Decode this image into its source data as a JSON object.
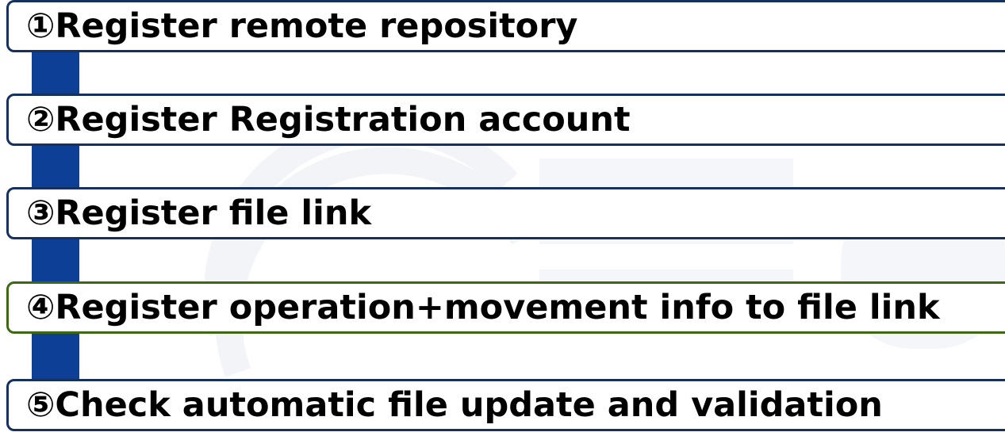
{
  "steps": [
    {
      "label": "①Register remote repository",
      "highlighted": false
    },
    {
      "label": "②Register Registration account",
      "highlighted": false
    },
    {
      "label": "③Register file link",
      "highlighted": false
    },
    {
      "label": "④Register operation+movement info to file link",
      "highlighted": true
    },
    {
      "label": "⑤Check automatic file update and validation",
      "highlighted": false
    }
  ],
  "colors": {
    "connector": "#0d3f96",
    "border": "#16305f",
    "highlight_border": "#3f6814",
    "text": "#000000",
    "background": "#ffffff"
  }
}
